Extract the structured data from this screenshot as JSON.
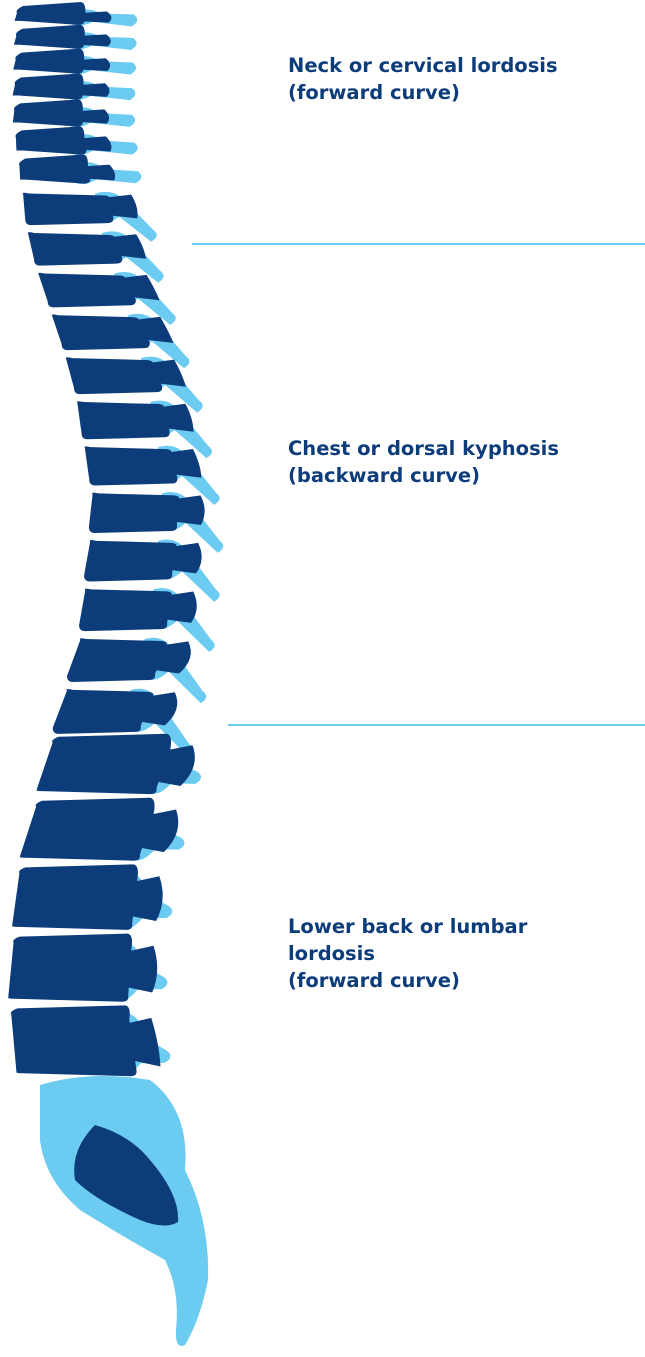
{
  "colors": {
    "vertebra_dark": "#0d3c7b",
    "process_light": "#6ccbf1",
    "label_text": "#0d3c7b",
    "divider": "#6ccbf1",
    "background": "#ffffff"
  },
  "regions": {
    "neck": {
      "line1": "Neck or cervical lordosis",
      "line2": "(forward curve)"
    },
    "chest": {
      "line1": "Chest or dorsal kyphosis",
      "line2": "(backward curve)"
    },
    "lumbar": {
      "line1": "Lower back or lumbar",
      "line2": "lordosis",
      "line3": "(forward curve)"
    }
  },
  "illustration": {
    "icon": "spine-icon",
    "cervical_count": 7,
    "thoracic_count": 12,
    "lumbar_count": 5
  }
}
